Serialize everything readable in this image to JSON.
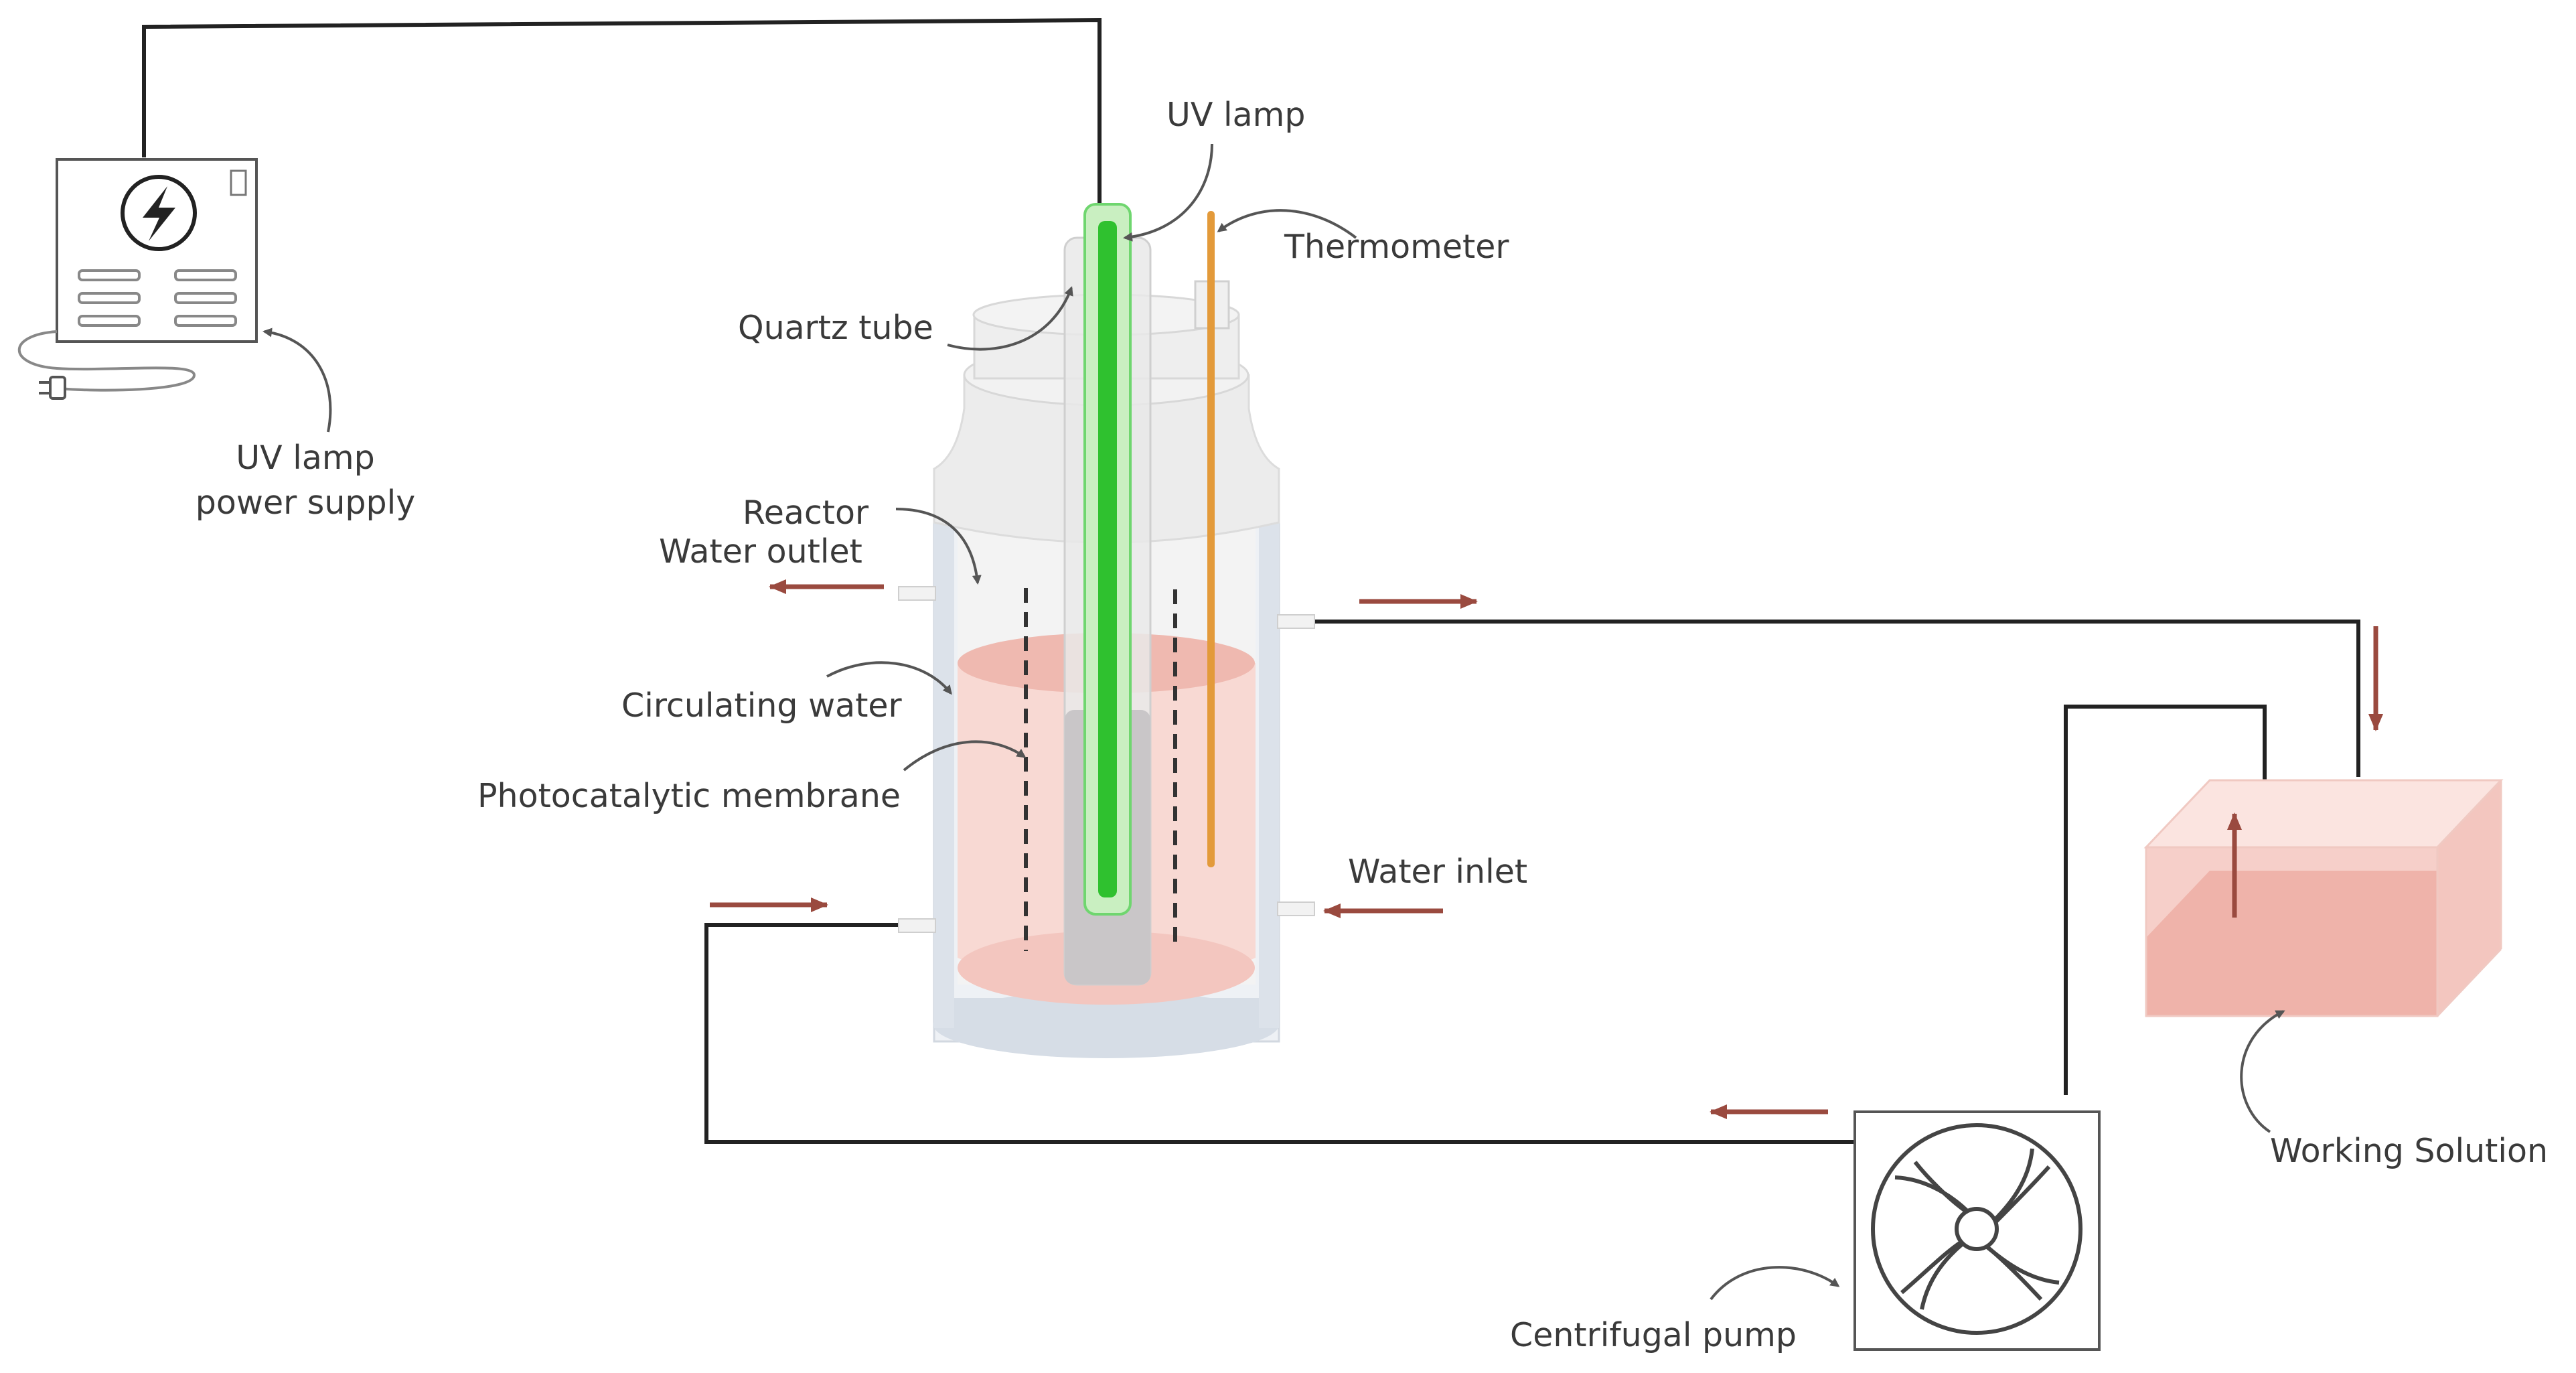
{
  "labels": {
    "uv_lamp": "UV lamp",
    "thermometer": "Thermometer",
    "quartz_tube": "Quartz tube",
    "power_supply_line1": "UV lamp",
    "power_supply_line2": "power supply",
    "reactor": "Reactor",
    "water_outlet": "Water outlet",
    "circulating_water": "Circulating water",
    "photocatalytic_membrane": "Photocatalytic membrane",
    "water_inlet": "Water inlet",
    "working_solution": "Working Solution",
    "centrifugal_pump": "Centrifugal pump"
  },
  "colors": {
    "wire": "#222222",
    "flow_arrow": "#9a4a3f",
    "pointer_arrow": "#555555",
    "uv_lamp_glow": "#2fc12f",
    "thermometer": "#e39a3a",
    "solution": "#f3c6bf",
    "jacket": "#d6dde6",
    "glass": "#ececec"
  },
  "icons": {
    "power_supply": "lightning-bolt-icon",
    "plug": "power-plug-icon",
    "pump": "impeller-fan-icon"
  }
}
